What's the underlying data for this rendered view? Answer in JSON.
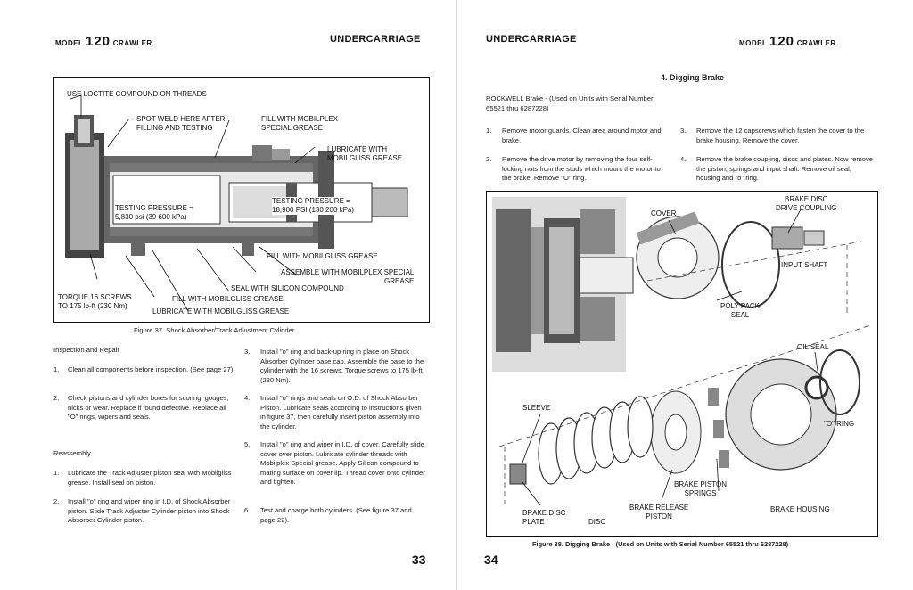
{
  "left": {
    "header_model_prefix": "MODEL",
    "header_model_num": "120",
    "header_model_suffix": "CRAWLER",
    "header_section": "UNDERCARRIAGE",
    "callouts": {
      "loctite": "USE LOCTITE COMPOUND ON THREADS",
      "spot_weld": "SPOT WELD HERE AFTER\nFILLING AND TESTING",
      "fill_mobilplex": "FILL WITH MOBILPLEX\nSPECIAL GREASE",
      "lubricate_mobilgliss": "LUBRICATE WITH\nMOBILGLISS GREASE",
      "testing_left": "TESTING PRESSURE =\n5,830 psi (39 600 kPa)",
      "testing_right": "TESTING PRESSURE =\n18,900 PSI (130 200 kPa)",
      "fill_mobilgliss": "FILL WITH MOBILGLISS GREASE",
      "assemble": "ASSEMBLE WITH MOBILPLEX SPECIAL\nGREASE",
      "seal_silicon": "SEAL WITH SILICON COMPOUND",
      "torque": "TORQUE 16 SCREWS\nTO 175 lb-ft (230 Nm)",
      "fill_mobilgliss2": "FILL WITH MOBILGLISS GREASE",
      "lubricate2": "LUBRICATE WITH MOBILGLISS GREASE"
    },
    "figure_caption": "Figure 37. Shock Absorber/Track Adjustment Cylinder",
    "inspection_heading": "Inspection and Repair",
    "inspection_items": [
      {
        "n": "1.",
        "text": "Clean all components before inspection. (See page 27)."
      },
      {
        "n": "2.",
        "text": "Check pistons and cylinder bores for scoring, gouges, nicks or wear. Replace if found defective. Replace all \"O\" rings, wipers and seals."
      }
    ],
    "reassembly_heading": "Reassembly",
    "reassembly_items": [
      {
        "n": "1.",
        "text": "Lubricate the Track Adjuster piston seal with Mobilgliss grease. Install seal on piston."
      },
      {
        "n": "2.",
        "text": "Install \"o\" ring and wiper ring in I.D. of Shock Absorber piston. Slide Track Adjuster Cylinder piston into Shock Absorber Cylinder piston."
      }
    ],
    "right_col_items": [
      {
        "n": "3.",
        "text": "Install \"o\" ring and back-up ring in place on Shock Absorber Cylinder base cap. Assemble the base to the cylinder with the 16 screws. Torque screws to 175 lb-ft (230 Nm)."
      },
      {
        "n": "4.",
        "text": "Install \"o\" rings and seals on O.D. of Shock Absorber Piston. Lubricate seals according to instructions given in figure 37, then carefully insert piston assembly into the cylinder."
      },
      {
        "n": "5.",
        "text": "Install \"o\" ring and wiper in I.D. of cover. Carefully slide cover over piston. Lubricate cylinder threads with Mobilplex Special grease. Apply Silicon compound to mating surface on cover lip. Thread cover onto cylinder and tighten."
      },
      {
        "n": "6.",
        "text": "Test and charge both cylinders. (See figure 37 and page 22)."
      }
    ],
    "page_number": "33"
  },
  "right": {
    "header_section": "UNDERCARRIAGE",
    "header_model_prefix": "MODEL",
    "header_model_num": "120",
    "header_model_suffix": "CRAWLER",
    "section_title": "4.  Digging Brake",
    "intro": "ROCKWELL Brake - (Used on Units with Serial Number 65521 thru 6287228)",
    "steps": [
      {
        "n": "1.",
        "text": "Remove motor guards. Clean area around motor and brake."
      },
      {
        "n": "2.",
        "text": "Remove the drive motor by removing the four self-locking nuts from the studs which mount the motor to the brake. Remove \"O\" ring."
      },
      {
        "n": "3.",
        "text": "Remove the 12 capscrews which fasten the cover to the brake housing. Remove the cover."
      },
      {
        "n": "4.",
        "text": "Remove the brake coupling, discs and plates. Now remove the piston, springs and input shaft. Remove oil seal, housing and \"o\" ring."
      }
    ],
    "callouts": {
      "cover": "COVER",
      "brake_disc_coupling": "BRAKE DISC\nDRIVE COUPLING",
      "input_shaft": "INPUT SHAFT",
      "poly_pack": "POLY PACK\nSEAL",
      "oil_seal": "OIL SEAL",
      "o_ring": "\"O\" RING",
      "sleeve": "SLEEVE",
      "brake_piston_springs": "BRAKE PISTON\nSPRINGS",
      "brake_release_piston": "BRAKE RELEASE\nPISTON",
      "brake_housing": "BRAKE HOUSING",
      "brake_disc_plate": "BRAKE DISC\nPLATE",
      "disc": "DISC"
    },
    "figure_caption": "Figure 38.  Digging Brake - (Used on Units with Serial Number 65521 thru 6287228)",
    "page_number": "34"
  }
}
